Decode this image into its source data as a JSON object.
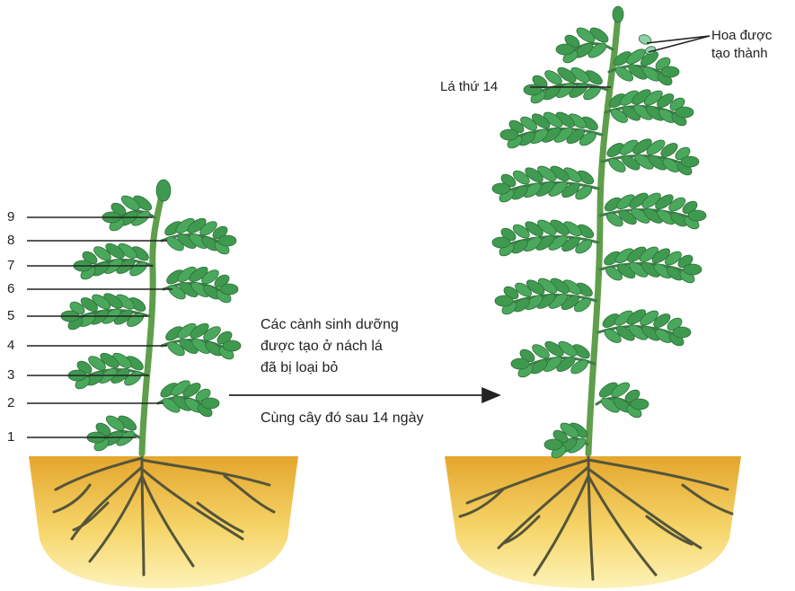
{
  "labels": {
    "leaf_numbers": [
      "1",
      "2",
      "3",
      "4",
      "5",
      "6",
      "7",
      "8",
      "9"
    ],
    "leaf_14": "Lá thứ 14",
    "flowers_line1": "Hoa được",
    "flowers_line2": "tạo thành",
    "note_line1": "Các cành sinh dưỡng",
    "note_line2": "được tạo ở nách lá",
    "note_line3": "đã bị loại bỏ",
    "after": "Cùng cây đó sau 14 ngày"
  },
  "colors": {
    "leaf": "#3f9a50",
    "leaf_dark": "#2e6f3a",
    "stem": "#5c9a4a",
    "root": "#5a5a3c",
    "soil_top": "#e6a82e",
    "soil_bottom": "#fdf0a8",
    "line": "#222222"
  }
}
